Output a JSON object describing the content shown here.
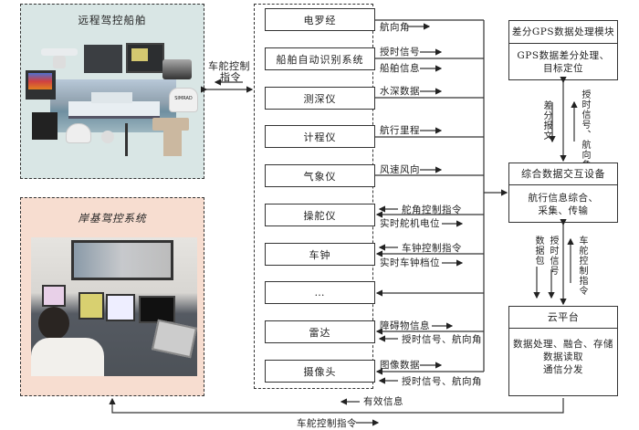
{
  "remote_ship": {
    "title": "远程驾控船舶",
    "equipment_label": "SIMRAD",
    "background": "#d9e6e5"
  },
  "shore_system": {
    "title": "岸基驾控系统",
    "background": "#f7ddd0"
  },
  "link_ship_to_sensors": {
    "label_line1": "车舵控制",
    "label_line2": "指令"
  },
  "sensors": [
    {
      "name": "电罗经",
      "signals": [
        {
          "text": "航向角",
          "dir": "right"
        }
      ]
    },
    {
      "name": "船舶自动识别系统",
      "signals": [
        {
          "text": "授时信号",
          "dir": "right"
        },
        {
          "text": "船舶信息",
          "dir": "right"
        }
      ]
    },
    {
      "name": "测深仪",
      "signals": [
        {
          "text": "水深数据",
          "dir": "right"
        }
      ]
    },
    {
      "name": "计程仪",
      "signals": [
        {
          "text": "航行里程",
          "dir": "right"
        }
      ]
    },
    {
      "name": "气象仪",
      "signals": [
        {
          "text": "风速风向",
          "dir": "right"
        }
      ]
    },
    {
      "name": "操舵仪",
      "signals": [
        {
          "text": "舵角控制指令",
          "dir": "left"
        },
        {
          "text": "实时舵机电位",
          "dir": "right"
        }
      ]
    },
    {
      "name": "车钟",
      "signals": [
        {
          "text": "车钟控制指令",
          "dir": "left"
        },
        {
          "text": "实时车钟档位",
          "dir": "right"
        }
      ]
    },
    {
      "name": "…",
      "signals": []
    },
    {
      "name": "雷达",
      "signals": [
        {
          "text": "障碍物信息",
          "dir": "right"
        },
        {
          "text": "授时信号、航向角",
          "dir": "left"
        }
      ]
    },
    {
      "name": "摄像头",
      "signals": [
        {
          "text": "图像数据",
          "dir": "right"
        },
        {
          "text": "授时信号、航向角",
          "dir": "left"
        }
      ]
    }
  ],
  "gps_module": {
    "title": "差分GPS数据处理模块",
    "body_line1": "GPS数据差分处理、",
    "body_line2": "目标定位"
  },
  "gps_link": {
    "down_label": "差分报文",
    "up_label": "授时信号、航向角"
  },
  "exchange_device": {
    "title": "综合数据交互设备",
    "body_line1": "航行信息综合、",
    "body_line2": "采集、传输"
  },
  "cloud_link": {
    "down_label1": "数据包",
    "down_label2": "授时信号",
    "up_label": "车舵控制指令"
  },
  "cloud": {
    "title": "云平台",
    "body_line1": "数据处理、融合、存储",
    "body_line2": "数据读取",
    "body_line3": "通信分发"
  },
  "bottom": {
    "valid_info": "有效信息",
    "control_cmd": "车舵控制指令"
  }
}
